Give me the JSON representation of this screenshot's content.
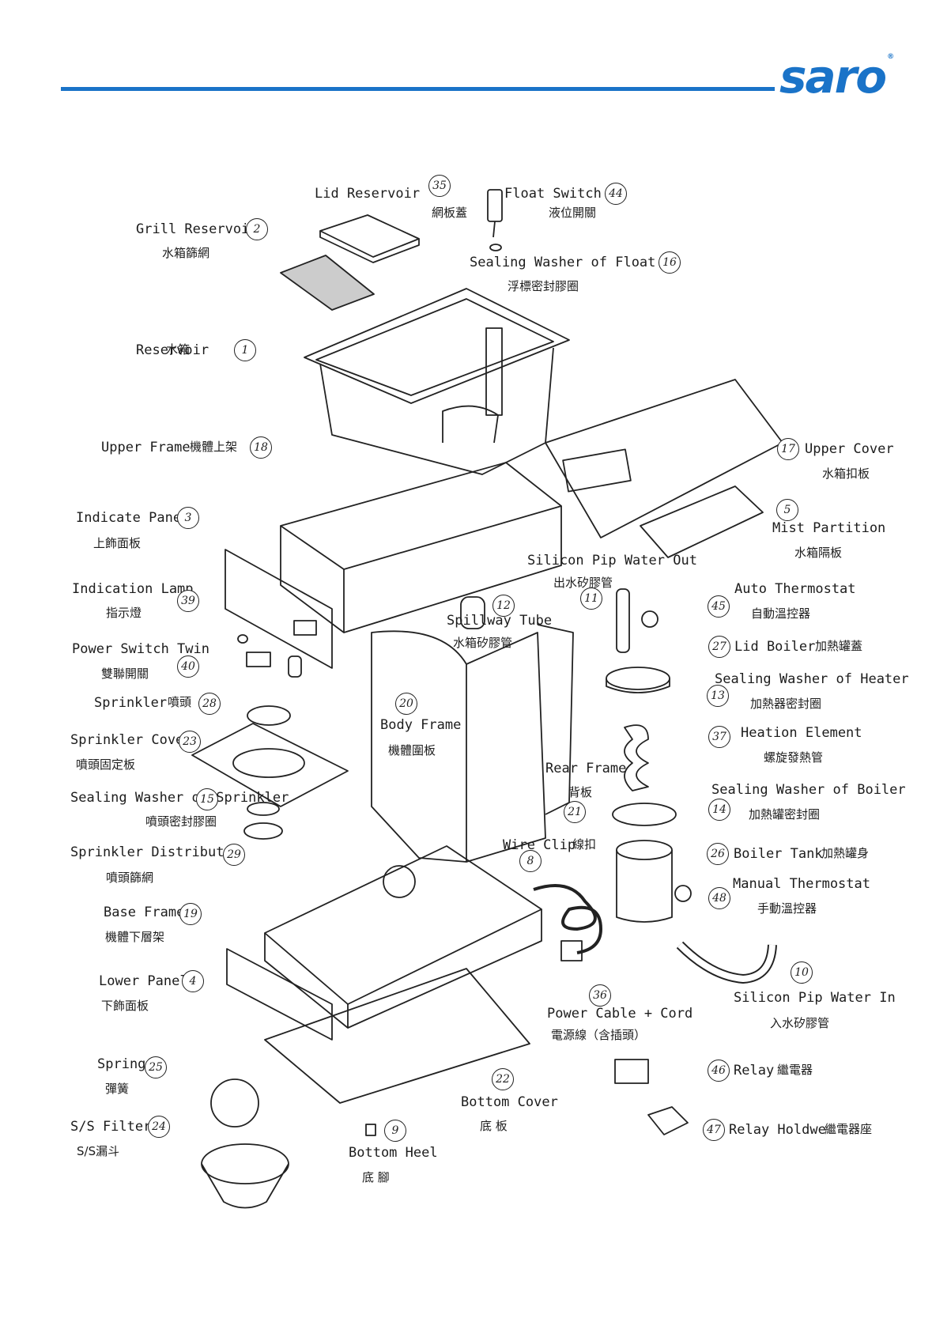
{
  "brand": {
    "logo_text": "saro",
    "brand_color": "#1a73c8"
  },
  "parts": [
    {
      "num": "35",
      "en": "Lid Reservoir",
      "zh": "網板蓋"
    },
    {
      "num": "44",
      "en": "Float Switch",
      "zh": "液位開關"
    },
    {
      "num": "2",
      "en": "Grill Reservoir",
      "zh": "水箱篩網"
    },
    {
      "num": "16",
      "en": "Sealing Washer of Float",
      "zh": "浮標密封膠圈"
    },
    {
      "num": "1",
      "en": "Reservoir",
      "zh": "水箱"
    },
    {
      "num": "18",
      "en": "Upper Frame",
      "zh": "機體上架"
    },
    {
      "num": "17",
      "en": "Upper Cover",
      "zh": "水箱扣板"
    },
    {
      "num": "5",
      "en": "Mist Partition",
      "zh": "水箱隔板"
    },
    {
      "num": "3",
      "en": "Indicate Panel",
      "zh": "上飾面板"
    },
    {
      "num": "11",
      "en": "Silicon Pip Water Out",
      "zh": "出水矽膠管"
    },
    {
      "num": "39",
      "en": "Indication Lamp",
      "zh": "指示燈"
    },
    {
      "num": "45",
      "en": "Auto Thermostat",
      "zh": "自動溫控器"
    },
    {
      "num": "12",
      "en": "Spillway Tube",
      "zh": "水箱矽膠管"
    },
    {
      "num": "27",
      "en": "Lid Boiler",
      "zh": "加熱罐蓋"
    },
    {
      "num": "40",
      "en": "Power Switch Twin",
      "zh": "雙聯開關"
    },
    {
      "num": "13",
      "en": "Sealing Washer of Heater",
      "zh": "加熱器密封圈"
    },
    {
      "num": "28",
      "en": "Sprinkler",
      "zh": "噴頭"
    },
    {
      "num": "20",
      "en": "Body Frame",
      "zh": "機體圍板"
    },
    {
      "num": "37",
      "en": "Heation Element",
      "zh": "螺旋發熱管"
    },
    {
      "num": "23",
      "en": "Sprinkler Cover",
      "zh": "噴頭固定板"
    },
    {
      "num": "21",
      "en": "Rear Frame",
      "zh": "背板"
    },
    {
      "num": "14",
      "en": "Sealing Washer of Boiler",
      "zh": "加熱罐密封圈"
    },
    {
      "num": "15",
      "en": "Sealing Washer of Sprinkler",
      "zh": "噴頭密封膠圈"
    },
    {
      "num": "8",
      "en": "Wire Clip",
      "zh": "線扣"
    },
    {
      "num": "26",
      "en": "Boiler Tank",
      "zh": "加熱罐身"
    },
    {
      "num": "29",
      "en": "Sprinkler Distributor",
      "zh": "噴頭篩網"
    },
    {
      "num": "48",
      "en": "Manual Thermostat",
      "zh": "手動溫控器"
    },
    {
      "num": "19",
      "en": "Base Frame",
      "zh": "機體下層架"
    },
    {
      "num": "10",
      "en": "Silicon Pip Water In",
      "zh": "入水矽膠管"
    },
    {
      "num": "4",
      "en": "Lower Panel",
      "zh": "下飾面板"
    },
    {
      "num": "36",
      "en": "Power Cable + Cord",
      "zh": "電源線（含插頭）"
    },
    {
      "num": "25",
      "en": "Spring",
      "zh": "彈簧"
    },
    {
      "num": "22",
      "en": "Bottom Cover",
      "zh": "底 板"
    },
    {
      "num": "46",
      "en": "Relay",
      "zh": "繼電器"
    },
    {
      "num": "24",
      "en": "S/S Filter",
      "zh": "S/S漏斗"
    },
    {
      "num": "9",
      "en": "Bottom Heel",
      "zh": "底 腳"
    },
    {
      "num": "47",
      "en": "Relay Holdwe",
      "zh": "繼電器座"
    }
  ]
}
